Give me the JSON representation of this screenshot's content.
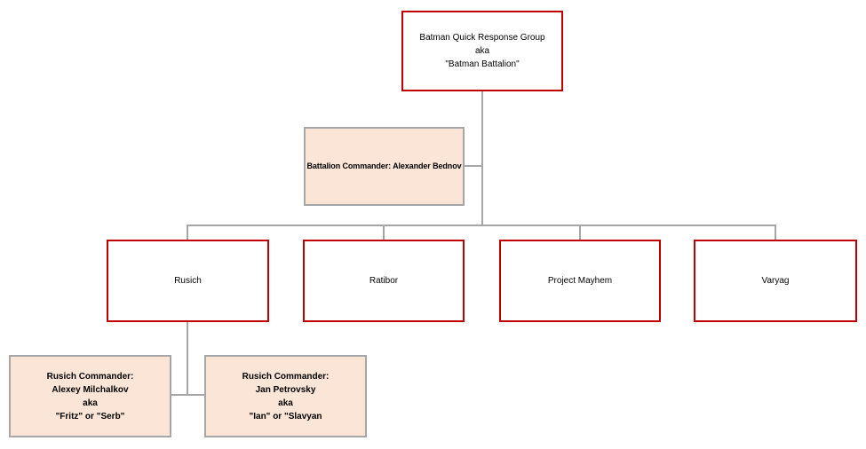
{
  "nodes": {
    "root": {
      "lines": [
        "Batman Quick Response Group",
        "aka",
        "\"Batman Battalion\""
      ]
    },
    "battalion_commander": {
      "label": "Battalion Commander: Alexander Bednov"
    },
    "units": [
      {
        "label": "Rusich"
      },
      {
        "label": "Ratibor"
      },
      {
        "label": "Project Mayhem"
      },
      {
        "label": "Varyag"
      }
    ],
    "rusich_commanders": [
      {
        "lines": [
          "Rusich Commander:",
          "Alexey Milchalkov",
          "aka",
          "\"Fritz\" or \"Serb\""
        ]
      },
      {
        "lines": [
          "Rusich Commander:",
          "Jan Petrovsky",
          "aka",
          "\"Ian\" or \"Slavyan"
        ]
      }
    ]
  },
  "colors": {
    "unit_border": "#C00000",
    "commander_fill": "#FBE5D6",
    "commander_border": "#A6A6A6",
    "connector": "#A6A6A6",
    "background": "#FFFFFF",
    "text": "#000000"
  }
}
